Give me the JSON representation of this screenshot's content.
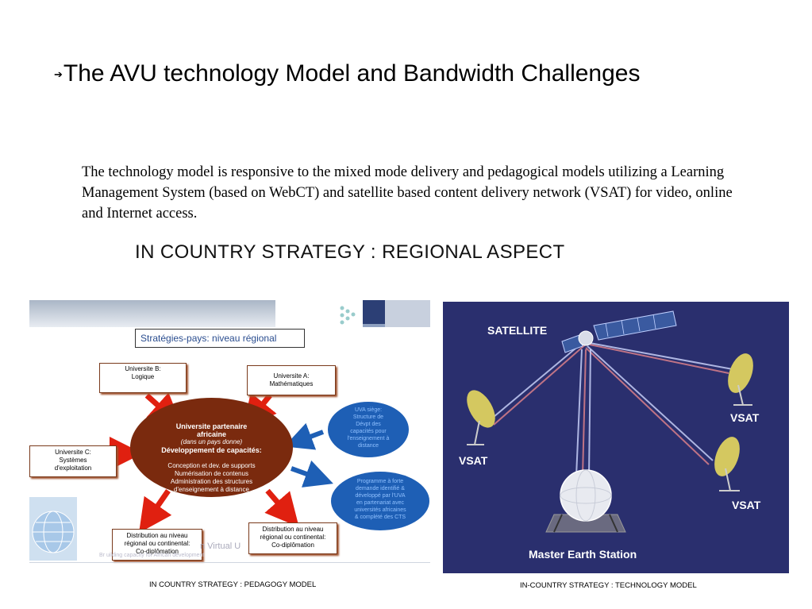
{
  "slide": {
    "arrow": "➔",
    "title": "The AVU technology Model and Bandwidth Challenges",
    "body": "The technology model is responsive to the mixed mode delivery and pedagogical models utilizing a Learning Management System (based on WebCT) and satellite based content delivery network (VSAT) for video, online and Internet access.",
    "strategy_heading": "IN COUNTRY STRATEGY : REGIONAL ASPECT"
  },
  "pedagogy_diagram": {
    "title": "Stratégies-pays: niveau régional",
    "box_b": [
      "Universite B:",
      "Logique"
    ],
    "box_a": [
      "Universite A:",
      "Mathématiques"
    ],
    "box_c": [
      "Universite C:",
      "Systèmes",
      "d'exploitation"
    ],
    "box_bottom_left": [
      "Distribution au niveau",
      "régional ou continental:",
      "Co-diplômation"
    ],
    "box_bottom_right": [
      "Distribution au niveau",
      "régional ou continental:",
      "Co-diplômation"
    ],
    "center": {
      "line1": "Universite partenaire",
      "line2": "africaine",
      "line3": "(dans un pays donne)",
      "line4": "Développement de capacités:",
      "line5": "Conception et dev. de supports",
      "line6": "Numérisation de contenus",
      "line7": "Administration des structures",
      "line8": "d'enseignement à distance"
    },
    "blue_oval_top": [
      "UVA siège:",
      "Structure de",
      "Dévpt des",
      "capacités pour",
      "l'enseignement à",
      "distance"
    ],
    "blue_oval_bottom": [
      "Programme à forte",
      "demande identifié &",
      "développé par l'UVA",
      "en partenariat avec",
      "universités africaines",
      "& complété des CTS"
    ],
    "watermark": "n Virtual U",
    "watermark_sub": "Br                                      uilding capacity for African development",
    "caption": "IN COUNTRY STRATEGY : PEDAGOGY MODEL"
  },
  "technology_diagram": {
    "satellite_label": "SATELLITE",
    "vsat_left": "VSAT",
    "vsat_right_top": "VSAT",
    "vsat_right_bottom": "VSAT",
    "station_label": "Master Earth Station",
    "caption": "IN-COUNTRY STRATEGY : TECHNOLOGY MODEL"
  }
}
